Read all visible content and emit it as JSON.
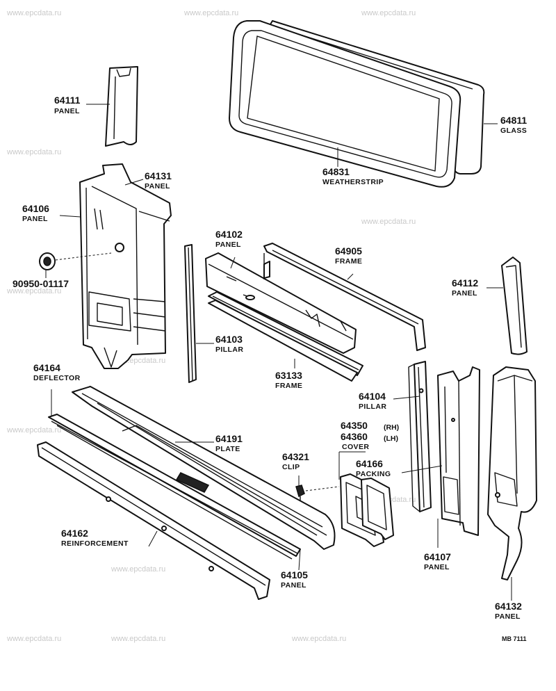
{
  "watermark": "www.epcdata.ru",
  "drawing_code": "MB 7111",
  "callouts": [
    {
      "id": "p64111",
      "number": "64111",
      "name": "PANEL"
    },
    {
      "id": "p64131",
      "number": "64131",
      "name": "PANEL"
    },
    {
      "id": "p64106",
      "number": "64106",
      "name": "PANEL"
    },
    {
      "id": "p90950",
      "number": "90950-01117",
      "name": ""
    },
    {
      "id": "p64831",
      "number": "64831",
      "name": "WEATHERSTRIP"
    },
    {
      "id": "p64811",
      "number": "64811",
      "name": "GLASS"
    },
    {
      "id": "p64102",
      "number": "64102",
      "name": "PANEL"
    },
    {
      "id": "p64905",
      "number": "64905",
      "name": "FRAME"
    },
    {
      "id": "p64103",
      "number": "64103",
      "name": "PILLAR"
    },
    {
      "id": "p63133",
      "number": "63133",
      "name": "FRAME"
    },
    {
      "id": "p64112",
      "number": "64112",
      "name": "PANEL"
    },
    {
      "id": "p64164",
      "number": "64164",
      "name": "DEFLECTOR"
    },
    {
      "id": "p64191",
      "number": "64191",
      "name": "PLATE"
    },
    {
      "id": "p64104",
      "number": "64104",
      "name": "PILLAR"
    },
    {
      "id": "p64350",
      "number": "64350",
      "name": ""
    },
    {
      "id": "p64360",
      "number": "64360",
      "name": "COVER"
    },
    {
      "id": "p64321",
      "number": "64321",
      "name": "CLIP"
    },
    {
      "id": "p64166",
      "number": "64166",
      "name": "PACKING"
    },
    {
      "id": "p64162",
      "number": "64162",
      "name": "REINFORCEMENT"
    },
    {
      "id": "p64105",
      "number": "64105",
      "name": "PANEL"
    },
    {
      "id": "p64107",
      "number": "64107",
      "name": "PANEL"
    },
    {
      "id": "p64132",
      "number": "64132",
      "name": "PANEL"
    }
  ],
  "side_notes": {
    "rh": "(RH)",
    "lh": "(LH)"
  }
}
